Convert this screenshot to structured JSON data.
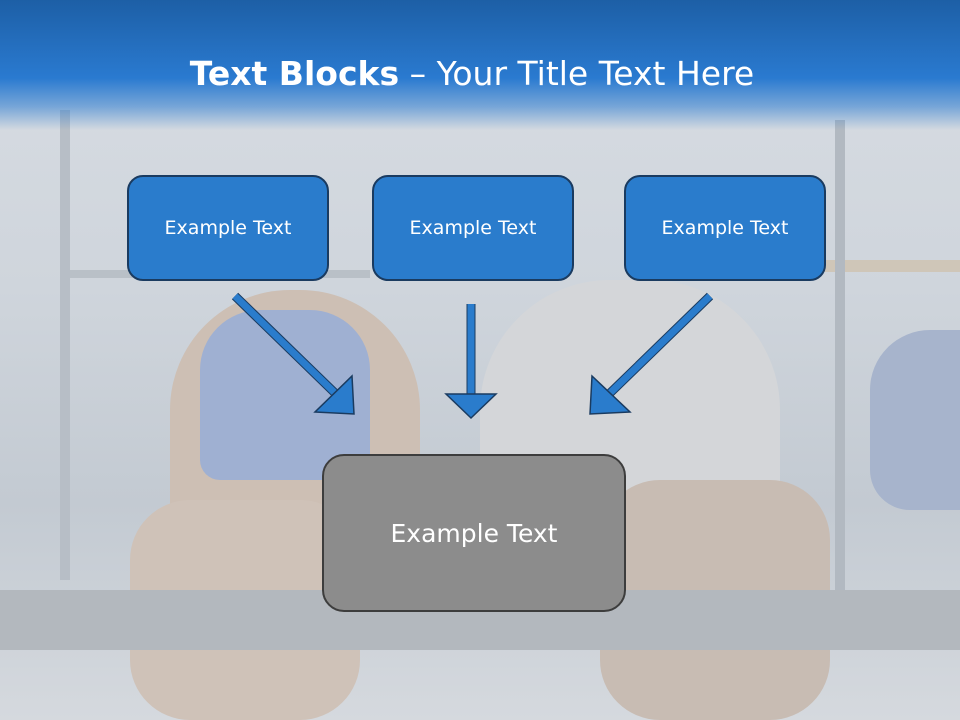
{
  "slide": {
    "title_bold": "Text Blocks",
    "title_dash": " – ",
    "title_rest": "Your Title Text Here"
  },
  "blocks": [
    {
      "label": "Example Text"
    },
    {
      "label": "Example Text"
    },
    {
      "label": "Example Text"
    }
  ],
  "result_block": {
    "label": "Example Text"
  },
  "colors": {
    "title_band": "#2a7ad0",
    "block_fill": "#2a7ccc",
    "block_border": "#1a3b60",
    "result_fill": "#8c8c8c",
    "arrow": "#2a7ccc"
  }
}
